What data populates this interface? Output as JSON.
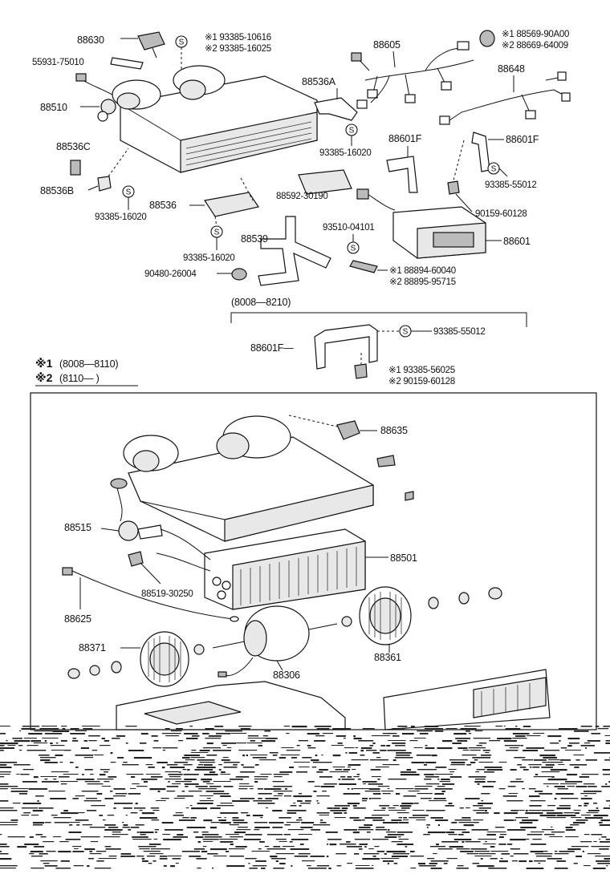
{
  "parts_upper": {
    "p88630": "88630",
    "p55931": "55931-75010",
    "p88510": "88510",
    "p88536C": "88536C",
    "p88536B": "88536B",
    "p93385_a": "93385-16020",
    "p88536": "88536",
    "p93385_b": "93385-16020",
    "p90480": "90480-26004",
    "p88539": "88539",
    "p88592": "88592-30190",
    "p88536A": "88536A",
    "p93385_c": "93385-16020",
    "p88605": "88605",
    "p88648": "88648",
    "p88601F_a": "88601F",
    "p88601F_b": "88601F",
    "p93385_d": "93385-55012",
    "p90159": "90159-60128",
    "p93510": "93510-04101",
    "p88601": "88601"
  },
  "mark_s": "S",
  "ref1_top_a": "※1 93385-10616",
  "ref1_top_b": "※2 93385-16025",
  "ref1_right_a": "※1 88569-90A00",
  "ref1_right_b": "※2 88669-64009",
  "ref_mid_a": "※1 88894-60040",
  "ref_mid_b": "※2 88895-95715",
  "range_label": "(8008—8210)",
  "bracket_group": {
    "p88601F": "88601F—",
    "p93385": "93385-55012",
    "ref_a": "※1 93385-56025",
    "ref_b": "※2 90159-60128"
  },
  "legend": {
    "row1_mark": "※1",
    "row1_text": "(8008—8110)",
    "row2_mark": "※2",
    "row2_text": "(8110—          )"
  },
  "parts_lower": {
    "p88635": "88635",
    "p88515": "88515",
    "p88501": "88501",
    "p88519": "88519-30250",
    "p88625": "88625",
    "p88371": "88371",
    "p88306": "88306",
    "p88361": "88361"
  }
}
